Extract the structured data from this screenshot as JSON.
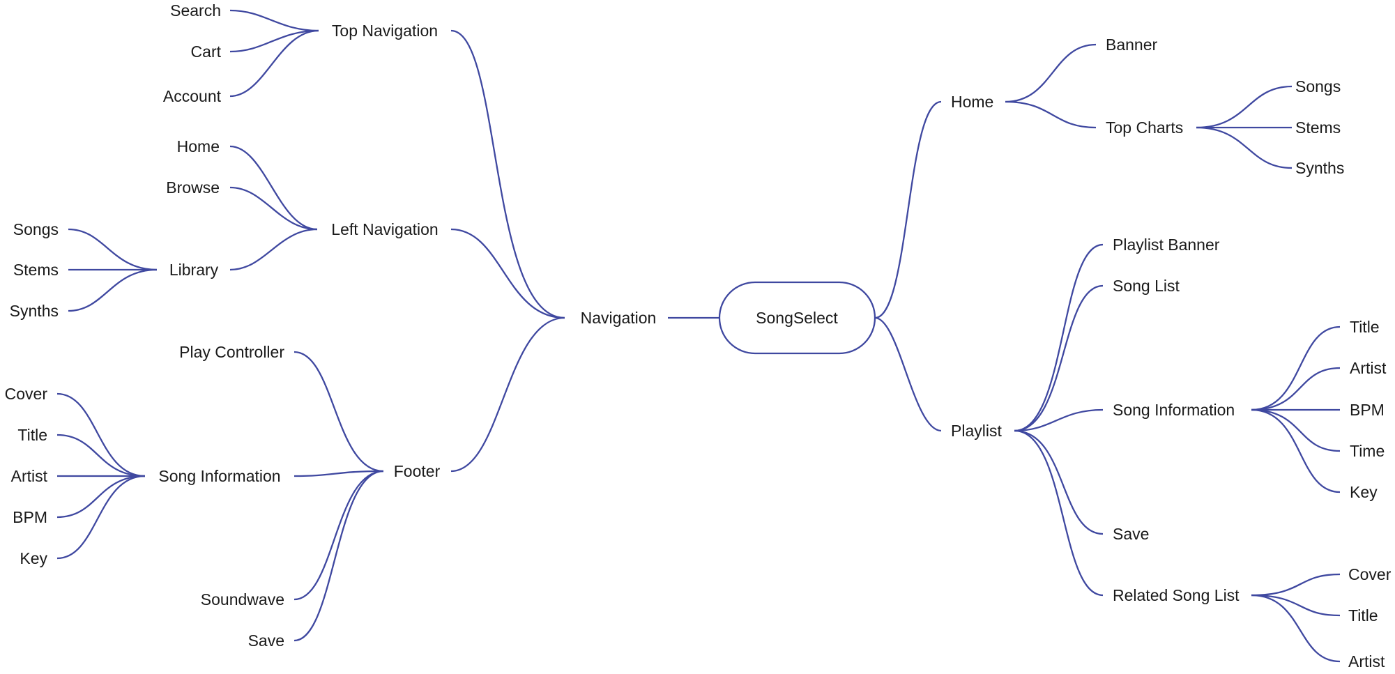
{
  "root": "SongSelect",
  "nodes": {
    "navigation": "Navigation",
    "top_navigation": "Top Navigation",
    "search": "Search",
    "cart": "Cart",
    "account": "Account",
    "left_navigation": "Left Navigation",
    "nav_home": "Home",
    "browse": "Browse",
    "library": "Library",
    "library_songs": "Songs",
    "library_stems": "Stems",
    "library_synths": "Synths",
    "footer": "Footer",
    "play_controller": "Play Controller",
    "footer_song_information": "Song Information",
    "footer_cover": "Cover",
    "footer_title": "Title",
    "footer_artist": "Artist",
    "footer_bpm": "BPM",
    "footer_key": "Key",
    "soundwave": "Soundwave",
    "footer_save": "Save",
    "home": "Home",
    "banner": "Banner",
    "top_charts": "Top Charts",
    "charts_songs": "Songs",
    "charts_stems": "Stems",
    "charts_synths": "Synths",
    "playlist": "Playlist",
    "playlist_banner": "Playlist Banner",
    "song_list": "Song List",
    "playlist_song_information": "Song Information",
    "info_title": "Title",
    "info_artist": "Artist",
    "info_bpm": "BPM",
    "info_time": "Time",
    "info_key": "Key",
    "playlist_save": "Save",
    "related_song_list": "Related Song List",
    "related_cover": "Cover",
    "related_title": "Title",
    "related_artist": "Artist"
  },
  "colors": {
    "link": "#3f48a0",
    "text": "#1a1a1a"
  }
}
